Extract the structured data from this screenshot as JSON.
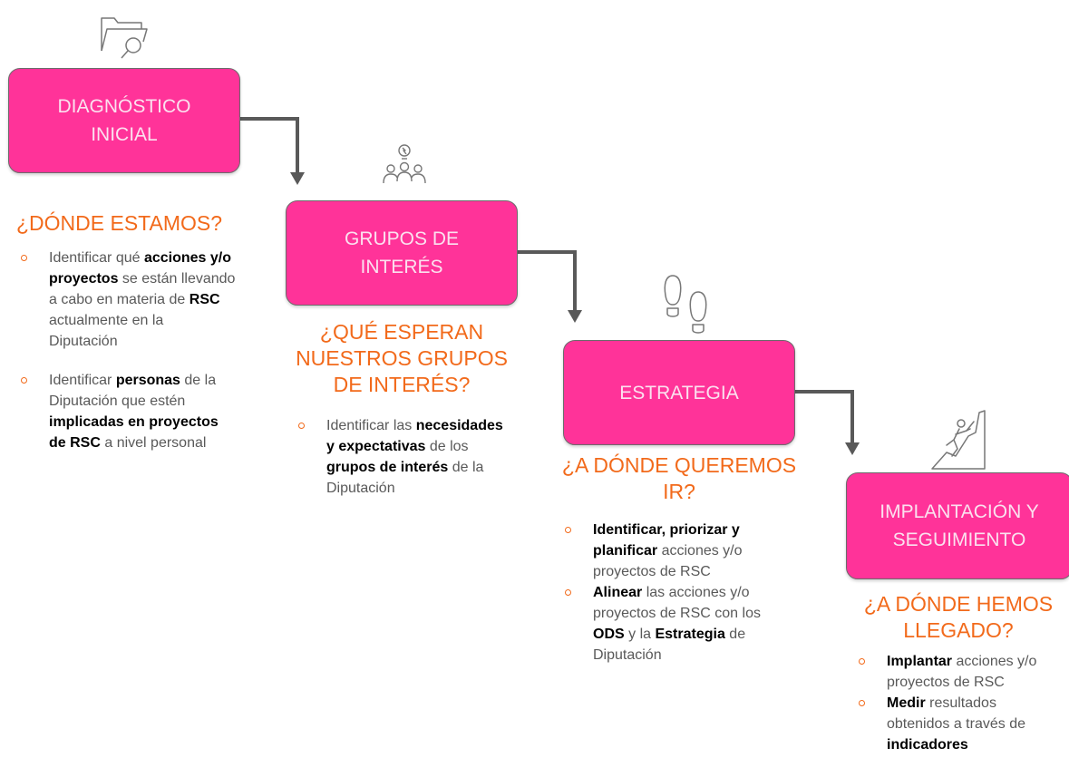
{
  "colors": {
    "box": "#ff3399",
    "question": "#f26a1b",
    "text": "#595959",
    "arrow": "#595959"
  },
  "steps": [
    {
      "icon": "folder-search-icon",
      "title": "DIAGNÓSTICO\nINICIAL",
      "question": "¿DÓNDE ESTAMOS?",
      "items": [
        {
          "parts": [
            {
              "t": "Identificar qué "
            },
            {
              "t": "acciones y/o proyectos",
              "b": true
            },
            {
              "t": " se están llevando a cabo en materia de "
            },
            {
              "t": "RSC",
              "b": true
            },
            {
              "t": " actualmente en la Diputación"
            }
          ]
        },
        {
          "parts": [
            {
              "t": "Identificar "
            },
            {
              "t": "personas",
              "b": true
            },
            {
              "t": " de la Diputación que estén "
            },
            {
              "t": "implicadas en proyectos de RSC",
              "b": true
            },
            {
              "t": " a nivel personal"
            }
          ]
        }
      ]
    },
    {
      "icon": "group-idea-icon",
      "title": "GRUPOS DE\nINTERÉS",
      "question": "¿QUÉ ESPERAN\nNUESTROS GRUPOS\nDE INTERÉS?",
      "items": [
        {
          "parts": [
            {
              "t": "Identificar las "
            },
            {
              "t": "necesidades y expectativas",
              "b": true
            },
            {
              "t": " de los "
            },
            {
              "t": "grupos de interés",
              "b": true
            },
            {
              "t": " de la Diputación"
            }
          ]
        }
      ]
    },
    {
      "icon": "footprints-icon",
      "title": "ESTRATEGIA",
      "question": "¿A DÓNDE QUEREMOS\nIR?",
      "items": [
        {
          "parts": [
            {
              "t": "Identificar, priorizar y planificar",
              "b": true
            },
            {
              "t": " acciones y/o proyectos de RSC"
            }
          ]
        },
        {
          "parts": [
            {
              "t": "Alinear",
              "b": true
            },
            {
              "t": " las acciones y/o proyectos de RSC con los "
            },
            {
              "t": "ODS",
              "b": true
            },
            {
              "t": " y la "
            },
            {
              "t": "Estrategia",
              "b": true
            },
            {
              "t": " de Diputación"
            }
          ]
        }
      ]
    },
    {
      "icon": "climber-icon",
      "title": "IMPLANTACIÓN Y\nSEGUIMIENTO",
      "question": "¿A DÓNDE HEMOS\nLLEGADO?",
      "items": [
        {
          "parts": [
            {
              "t": "Implantar",
              "b": true
            },
            {
              "t": " acciones y/o proyectos de RSC"
            }
          ]
        },
        {
          "parts": [
            {
              "t": "Medir",
              "b": true
            },
            {
              "t": " resultados obtenidos a través de "
            },
            {
              "t": "indicadores",
              "b": true
            }
          ]
        }
      ]
    }
  ]
}
